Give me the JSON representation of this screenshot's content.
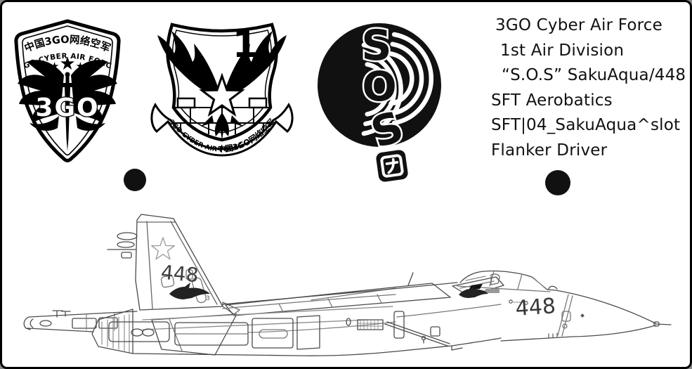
{
  "page": {
    "background": "#ffffff",
    "border_color": "#000000"
  },
  "patch1": {
    "cn_text": "中国3GO网络空军",
    "en_text": "3GO CYBER AIR FORCE",
    "stars": [
      "★",
      "★",
      "★",
      "★",
      "★"
    ],
    "center_label": "3GO",
    "icon": "winged-sword"
  },
  "badge2": {
    "number": "1",
    "ribbon_en": "3GO CYBER AIR FORCE",
    "ribbon_cn": "中国3GO网络空军",
    "icon": "eagle-star-over-wall"
  },
  "sos": {
    "letter_top": "S",
    "letter_mid": "O",
    "letter_bottom": "S",
    "tag_icon": "stylized-mark",
    "disc_color": "#111111"
  },
  "info": {
    "lines": [
      "3GO Cyber Air Force",
      "1st Air Division",
      "“S.O.S”  SakuAqua/448",
      "SFT Aerobatics",
      "SFT|04_SakuAqua^slot",
      "Flanker Driver"
    ]
  },
  "aircraft": {
    "tail_number": "448",
    "nose_number": "448",
    "fin_mark": "3",
    "line_color": "#4a4a4a"
  },
  "colors": {
    "ink": "#000000",
    "accent_fill": "#111111",
    "light_line": "#999999"
  }
}
